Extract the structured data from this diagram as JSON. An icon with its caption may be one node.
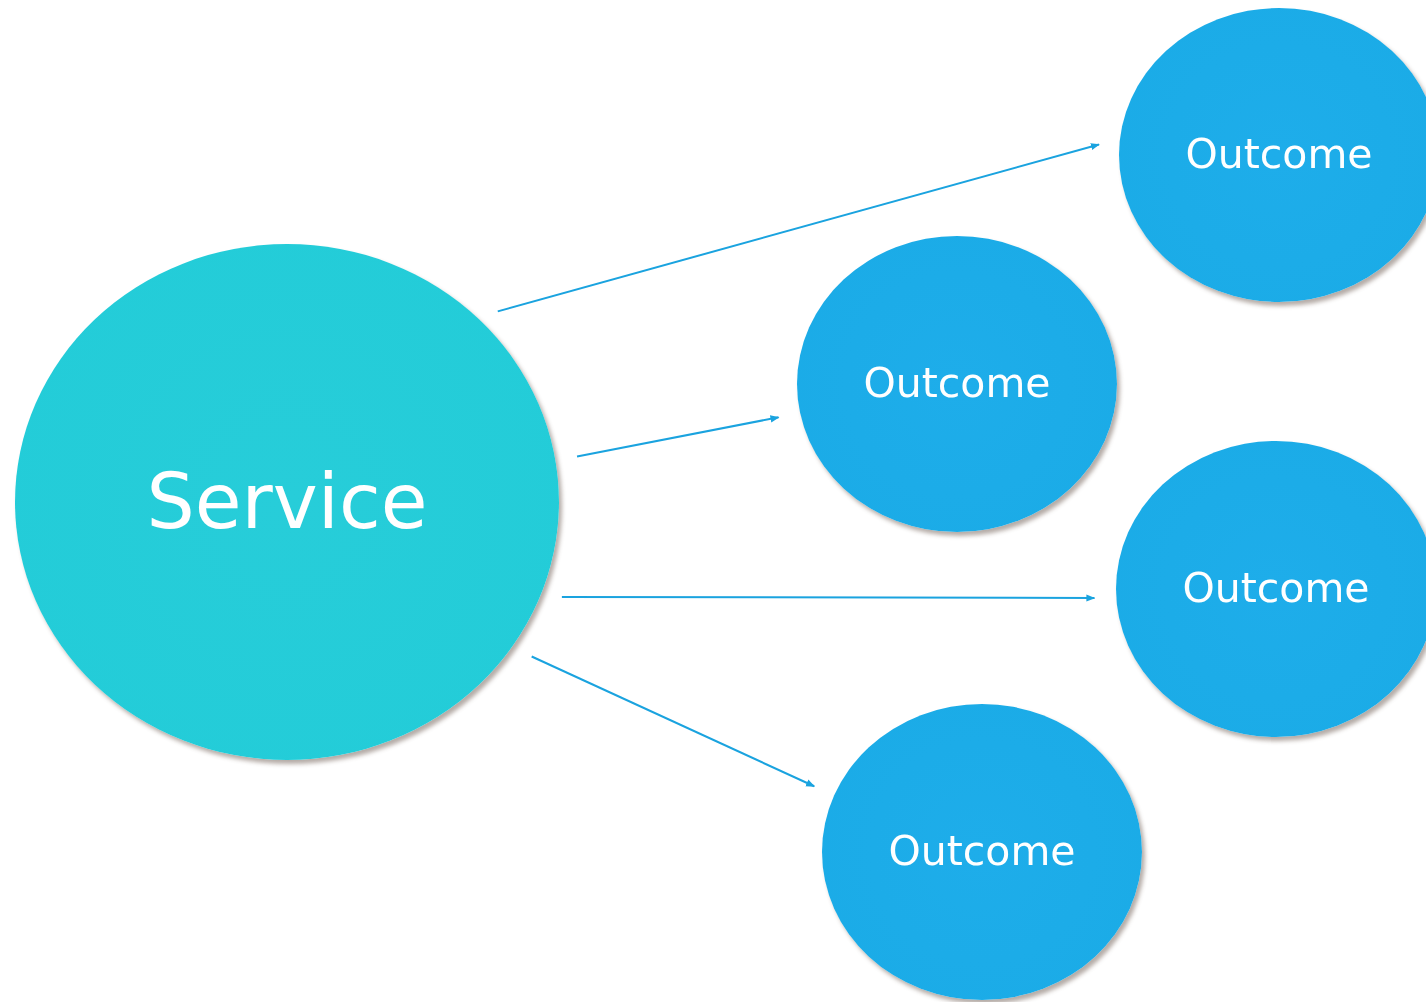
{
  "diagram": {
    "nodes": [
      {
        "text": [
          "Service"
        ]
      },
      {
        "text": [
          "Outcome"
        ]
      },
      {
        "text": [
          "Outcome"
        ]
      },
      {
        "text": [
          "Outcome"
        ]
      },
      {
        "text": [
          "Outcome"
        ]
      }
    ],
    "edges": [
      {
        "from": 0,
        "to": 1,
        "arrow": "to"
      },
      {
        "from": 0,
        "to": 2,
        "arrow": "to"
      },
      {
        "from": 0,
        "to": 3,
        "arrow": "to"
      },
      {
        "from": 0,
        "to": 4,
        "arrow": "to"
      }
    ]
  }
}
